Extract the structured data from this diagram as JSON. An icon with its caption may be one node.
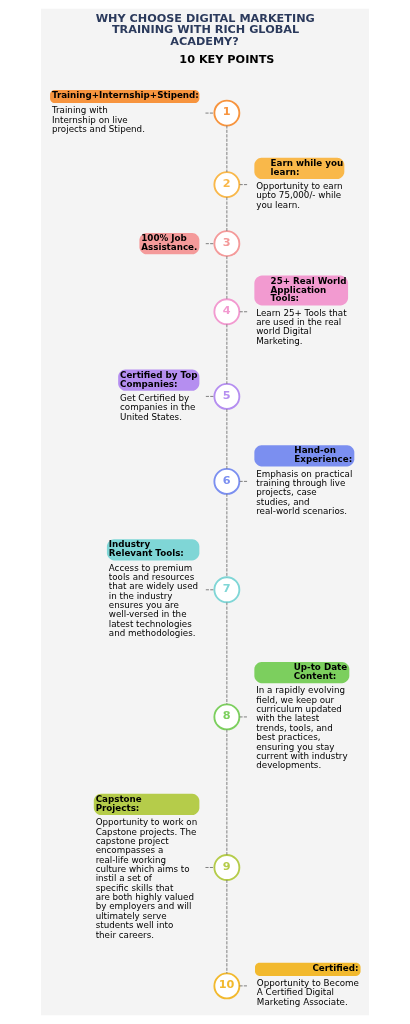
{
  "diagram": {
    "title": "WHY CHOOSE DIGITAL MARKETING TRAINING WITH RICH GLOBAL ACADEMY?",
    "nodes": [
      {
        "text": [
          "Training+Internship+Stipend:"
        ],
        "beside": [
          "Training with Internship on live projects and Stipend."
        ]
      },
      {
        "text": [
          "1"
        ]
      },
      {
        "text": [
          "2"
        ]
      },
      {
        "text": [
          "Earn while you learn:"
        ],
        "beside": [
          "Opportunity to earn upto 75,000/- while you learn."
        ]
      },
      {
        "text": [
          "100% Job Assistance."
        ]
      },
      {
        "text": [
          "3"
        ]
      },
      {
        "text": [
          "4"
        ]
      },
      {
        "text": [
          "25+ Real World Application Tools:"
        ],
        "beside": [
          "Learn 25+ Tools that are used in the real world Digital Marketing."
        ]
      },
      {
        "text": [
          "Certified by Top Companies:"
        ],
        "beside": [
          "Get Certified by companies in the United States."
        ]
      },
      {
        "text": [
          "5"
        ]
      },
      {
        "text": [
          "6"
        ]
      },
      {
        "text": [
          "Hand-on Experience:"
        ],
        "beside": [
          "Emphasis on practical training through live projects, case studies, and real-world scenarios."
        ]
      },
      {
        "text": [
          "Industry Relevant Tools:"
        ],
        "beside": [
          "Access to premium tools and resources that are widely used in the industry ensures you are well-versed in the latest technologies and methodologies."
        ]
      },
      {
        "text": [
          "7"
        ]
      },
      {
        "text": [
          "8"
        ]
      },
      {
        "text": [
          "Up-to Date Content:"
        ],
        "beside": [
          "In a rapidly evolving field, we keep our curriculum updated with the latest trends, tools, and best practices, ensuring you stay current with industry developments."
        ]
      },
      {
        "text": [
          "Capstone Projects:"
        ],
        "beside": [
          "Opportunity to work on Capstone projects. The capstone project encompasses a real-life working culture which aims to instil a set of specific skills that are both highly valued by employers and will ultimately serve students well into their careers."
        ]
      },
      {
        "text": [
          "9"
        ]
      },
      {
        "text": [
          "10"
        ]
      },
      {
        "text": [
          "Certified:"
        ],
        "beside": [
          "Opportunity to Become A Certified Digital Marketing Associate."
        ]
      }
    ],
    "edges": [
      {
        "from": 0,
        "to": 1,
        "arrow": "none",
        "style": "dashed"
      },
      {
        "from": 1,
        "to": 2,
        "arrow": "none",
        "style": "dashed"
      },
      {
        "from": 2,
        "to": 3,
        "arrow": "none",
        "style": "dashed"
      },
      {
        "from": 2,
        "to": 5,
        "arrow": "none",
        "style": "dashed"
      },
      {
        "from": 4,
        "to": 5,
        "arrow": "none",
        "style": "dashed"
      },
      {
        "from": 5,
        "to": 6,
        "arrow": "none",
        "style": "dashed"
      },
      {
        "from": 6,
        "to": 7,
        "arrow": "none",
        "style": "dashed"
      },
      {
        "from": 6,
        "to": 9,
        "arrow": "none",
        "style": "dashed"
      },
      {
        "from": 8,
        "to": 9,
        "arrow": "none",
        "style": "dashed"
      },
      {
        "from": 9,
        "to": 10,
        "arrow": "none",
        "style": "dashed"
      },
      {
        "from": 10,
        "to": 11,
        "arrow": "none",
        "style": "dashed"
      },
      {
        "from": 10,
        "to": 13,
        "arrow": "none",
        "style": "dashed"
      },
      {
        "from": 12,
        "to": 13,
        "arrow": "none",
        "style": "dashed"
      },
      {
        "from": 13,
        "to": 14,
        "arrow": "none",
        "style": "dashed"
      },
      {
        "from": 14,
        "to": 15,
        "arrow": "none",
        "style": "dashed"
      },
      {
        "from": 14,
        "to": 17,
        "arrow": "none",
        "style": "dashed"
      },
      {
        "from": 16,
        "to": 17,
        "arrow": "none",
        "style": "dashed"
      },
      {
        "from": 17,
        "to": 18,
        "arrow": "none",
        "style": "dashed"
      },
      {
        "from": 18,
        "to": 19,
        "arrow": "none",
        "style": "dashed"
      }
    ],
    "labels": [
      "10 KEY POINTS"
    ]
  }
}
